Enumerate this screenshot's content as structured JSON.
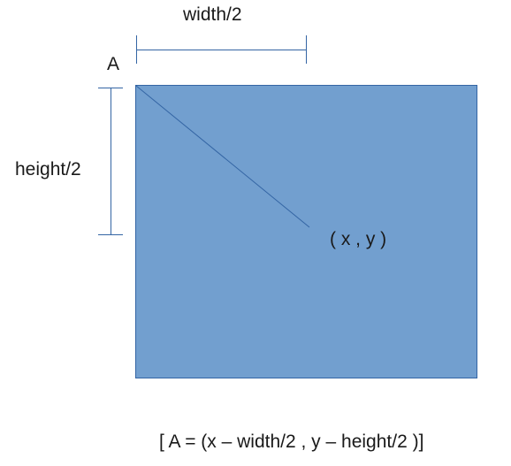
{
  "diagram": {
    "labels": {
      "width_half": "width/2",
      "height_half": "height/2",
      "corner": "A",
      "point": "( x , y )",
      "formula": "[ A = (x – width/2 , y – height/2 )]"
    },
    "colors": {
      "rect_fill": "#729FCF",
      "rect_stroke": "#3465A4",
      "line": "#3465A4",
      "text": "#1a1a1a"
    }
  }
}
